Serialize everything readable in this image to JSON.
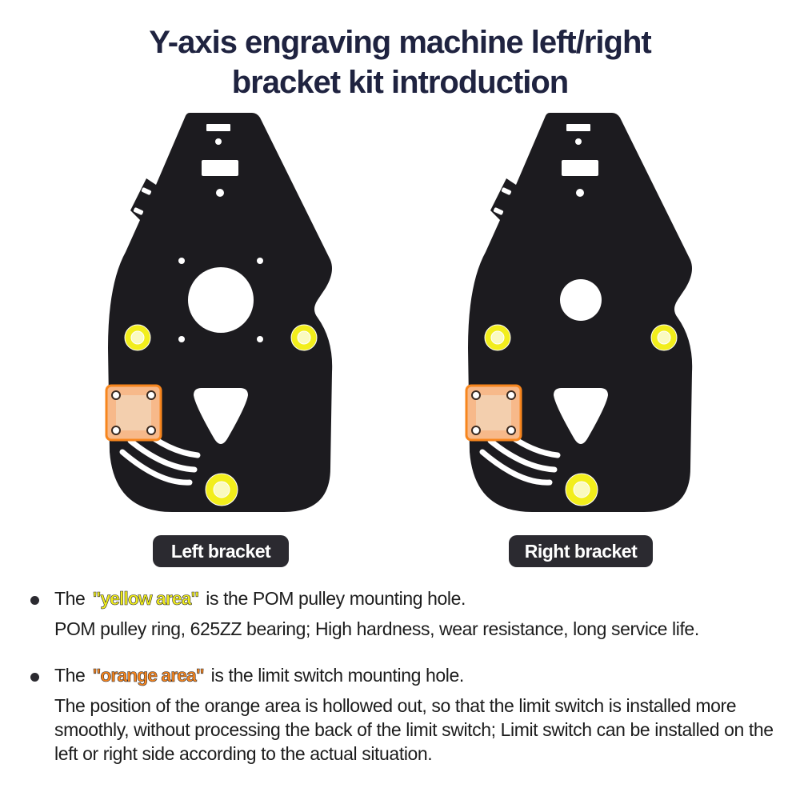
{
  "title": {
    "line1": "Y-axis engraving machine left/right",
    "line2": "bracket kit introduction"
  },
  "brackets": [
    {
      "label": "Left bracket"
    },
    {
      "label": "Right bracket"
    }
  ],
  "colors": {
    "plate": "#1c1b1f",
    "yellow": "#f2ee1c",
    "orange": "#f7861e",
    "title": "#1f2340"
  },
  "notes": [
    {
      "prefix": "The",
      "highlight": "\"yellow area\"",
      "suffix": "is the POM pulley mounting hole.",
      "detail": "POM pulley ring, 625ZZ bearing; High hardness, wear resistance, long service life."
    },
    {
      "prefix": "The",
      "highlight": "\"orange area\"",
      "suffix": "is the limit switch mounting hole.",
      "detail": "The position of the orange area is hollowed out, so that the limit switch is installed more smoothly, without processing the back of the limit switch; Limit switch can be installed on the left or right side according to the actual situation."
    }
  ]
}
